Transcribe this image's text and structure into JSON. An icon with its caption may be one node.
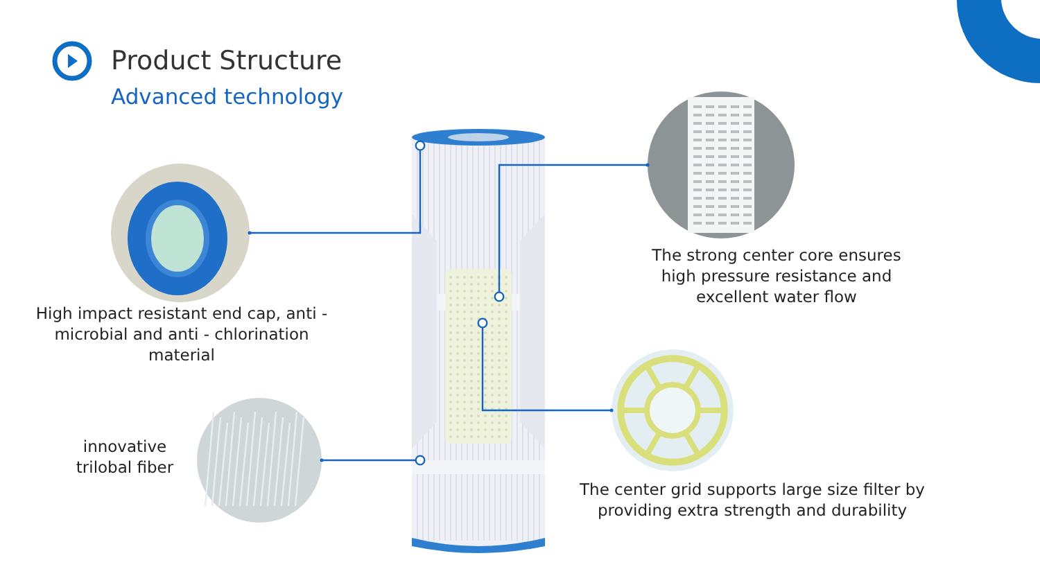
{
  "diagram": {
    "title": "Product Structure",
    "nodes": [
      {
        "text": [],
        "shape": "picture"
      },
      {
        "text": [],
        "shape": "picture",
        "beside": [
          "High impact resistant end cap, anti - microbial and anti - chlorination material"
        ]
      },
      {
        "text": [],
        "shape": "picture",
        "beside": [
          "innovative trilobal fiber"
        ]
      },
      {
        "text": [],
        "shape": "picture",
        "beside": [
          "The strong center core ensures high pressure resistance and excellent water flow"
        ]
      },
      {
        "text": [],
        "shape": "picture",
        "beside": [
          "The center grid supports large size filter by providing extra strength and durability"
        ]
      }
    ],
    "edges": [
      {
        "from": 1,
        "to": 0,
        "arrow": "other"
      },
      {
        "from": 2,
        "to": 0,
        "arrow": "other"
      },
      {
        "from": 3,
        "to": 0,
        "arrow": "other"
      },
      {
        "from": 4,
        "to": 0,
        "arrow": "other"
      }
    ],
    "labels": [
      "Advanced technology"
    ]
  }
}
